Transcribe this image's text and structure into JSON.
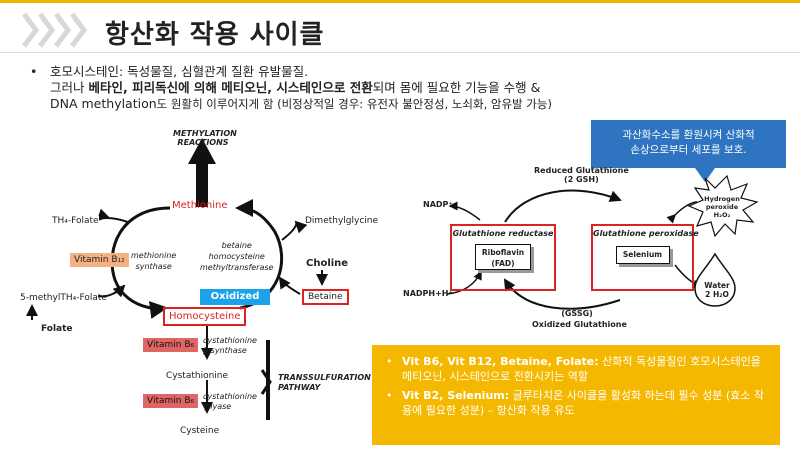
{
  "header": {
    "title": "항산화 작용 사이클"
  },
  "intro": {
    "bullet": "•",
    "line1": "호모시스테인: 독성물질, 심혈관계 질환 유발물질.",
    "line2_a": "그러나 ",
    "line2_b": "베타인, 피리독신에 의해 메티오닌, 시스테인으로 전환",
    "line2_c": "되며 몸에 필요한 기능을 수행 &",
    "line3_a": "DNA methylation",
    "line3_b": "도 원활히 이루어지게 함 (비정상적일 경우: 유전자 불안정성, 노쇠화, 암유발 가능)"
  },
  "left_diagram": {
    "methylation_reactions_1": "METHYLATION",
    "methylation_reactions_2": "REACTIONS",
    "methionine": "Methionine",
    "thf_folate": "TH₄-Folate",
    "vitamin_b12": "Vitamin B₁₂",
    "methyl_thf_folate": "5-methylTH₄-Folate",
    "folate": "Folate",
    "methionine_synthase_1": "methionine",
    "methionine_synthase_2": "synthase",
    "bhmt_1": "betaine",
    "bhmt_2": "homocysteine",
    "bhmt_3": "methyltransferase",
    "dimethylglycine": "Dimethylglycine",
    "choline": "Choline",
    "betaine": "Betaine",
    "oxidized": "Oxidized",
    "homocysteine": "Homocysteine",
    "vitamin_b6_a": "Vitamin B₆",
    "cbs_1": "cystathionine",
    "cbs_2": "β synthase",
    "cystathionine": "Cystathionine",
    "vitamin_b6_b": "Vitamin B₆",
    "cgl_1": "cystathionine",
    "cgl_2": "γ lyase",
    "cysteine": "Cysteine",
    "transsulfuration_1": "TRANSSULFURATION",
    "transsulfuration_2": "PATHWAY"
  },
  "right_diagram": {
    "callout_1": "과산화수소를 환원시켜 산화적",
    "callout_2": "손상으로부터 세포를 보호.",
    "reduced_glutathione_1": "Reduced Glutathione",
    "reduced_glutathione_2": "(2 GSH)",
    "nadp": "NADP⁺",
    "hydrogen_peroxide_1": "Hydrogen",
    "hydrogen_peroxide_2": "peroxide",
    "hydrogen_peroxide_3": "H₂O₂",
    "glutathione_reductase": "Glutathione reductase",
    "riboflavin_1": "Riboflavin",
    "riboflavin_2": "(FAD)",
    "glutathione_peroxidase": "Glutathione peroxidase",
    "selenium": "Selenium",
    "water_1": "Water",
    "water_2": "2 H₂O",
    "nadph": "NADPH+H⁺",
    "gssg": "(GSSG)",
    "oxidized_glutathione": "Oxidized Glutathione"
  },
  "summary": {
    "bullet": "•",
    "item1_bold": "Vit B6, Vit B12, Betaine, Folate:",
    "item1_rest": " 산화적 독성물질인 호모시스테인을 메티오닌, 시스테인으로 전환시키는 역할",
    "item2_bold": "Vit B2, Selenium:",
    "item2_rest": " 글루타치온 사이클을 활성화 하는데 필수 성분 (효소 작용에 필요한 성분) – 항산화 작용 유도"
  },
  "colors": {
    "accent_yellow": "#f5b800",
    "callout_blue": "#2f74c0",
    "oxidized_blue": "#1aa3e8",
    "vitamin_b12_orange": "#f4b183",
    "vitamin_b6_red": "#e06666",
    "folate_blue": "#cfe2f3",
    "methionine_red": "#d22222",
    "box_red": "#dd2222"
  },
  "icons": [
    "chevron-decoration",
    "explosion-burst-icon",
    "water-drop-icon"
  ]
}
